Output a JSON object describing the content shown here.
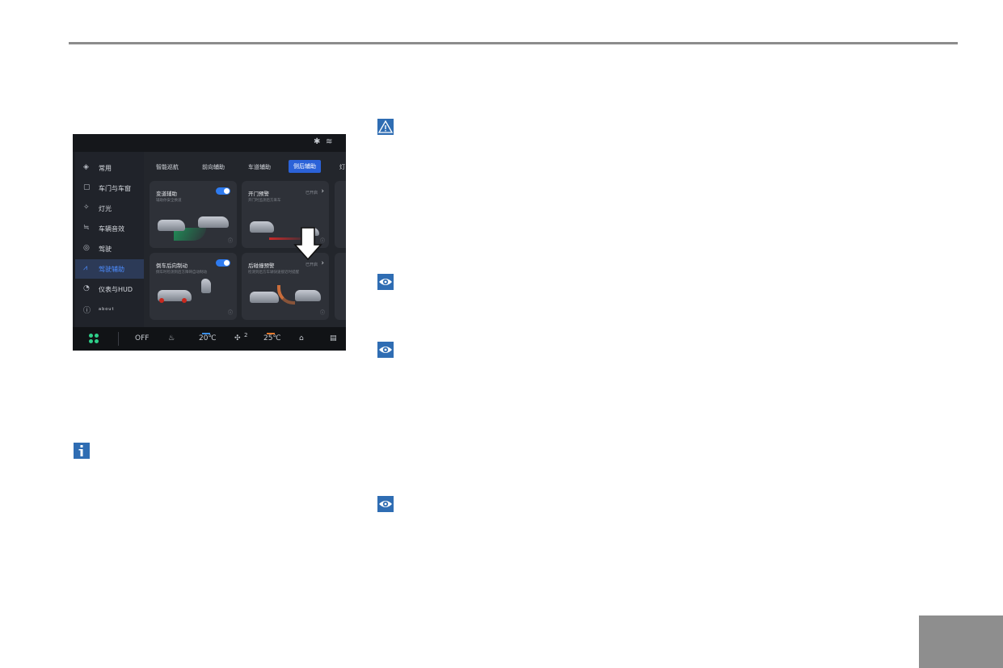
{
  "header": {},
  "screenshot": {
    "status_icons": [
      "bluetooth-icon",
      "wifi-icon"
    ],
    "sidebar": [
      {
        "icon": "cube-icon",
        "label": "常用"
      },
      {
        "icon": "door-icon",
        "label": "车门与车窗"
      },
      {
        "icon": "light-icon",
        "label": "灯光"
      },
      {
        "icon": "sound-icon",
        "label": "车辆音效"
      },
      {
        "icon": "steering-wheel-icon",
        "label": "驾驶"
      },
      {
        "icon": "road-icon",
        "label": "驾驶辅助"
      },
      {
        "icon": "gauge-icon",
        "label": "仪表与HUD"
      },
      {
        "icon": "info-icon",
        "label": "about"
      }
    ],
    "tabs": [
      "智能巡航",
      "前向辅助",
      "车道辅助",
      "侧后辅助",
      "灯"
    ],
    "active_tab": "侧后辅助",
    "cards": [
      {
        "title": "变道辅助",
        "subtitle": "辅助你安全换道",
        "control": "toggle-on"
      },
      {
        "title": "开门预警",
        "subtitle": "开门时监测后方来车",
        "status": "已开启",
        "control": "chevron"
      },
      {
        "title": "倒车后向制动",
        "subtitle": "倒车时检测到后方障碍自动制动",
        "control": "toggle-on"
      },
      {
        "title": "后碰撞预警",
        "subtitle": "检测到后方车辆快速接近时提醒",
        "status": "已开启",
        "control": "chevron"
      }
    ],
    "climate": {
      "power": "OFF",
      "temp_left": "20℃",
      "fan_level": "2",
      "temp_right": "25℃",
      "accent_left": "#3a8ee6",
      "accent_right": "#e67a2e"
    }
  },
  "side_icons": [
    "warning-icon",
    "eye-icon",
    "eye-icon",
    "eye-icon",
    "info-icon"
  ],
  "colors": {
    "icon_blue": "#2f6db3",
    "rule_gray": "#8c8c8c",
    "page_tab_gray": "#8e8e8e"
  }
}
